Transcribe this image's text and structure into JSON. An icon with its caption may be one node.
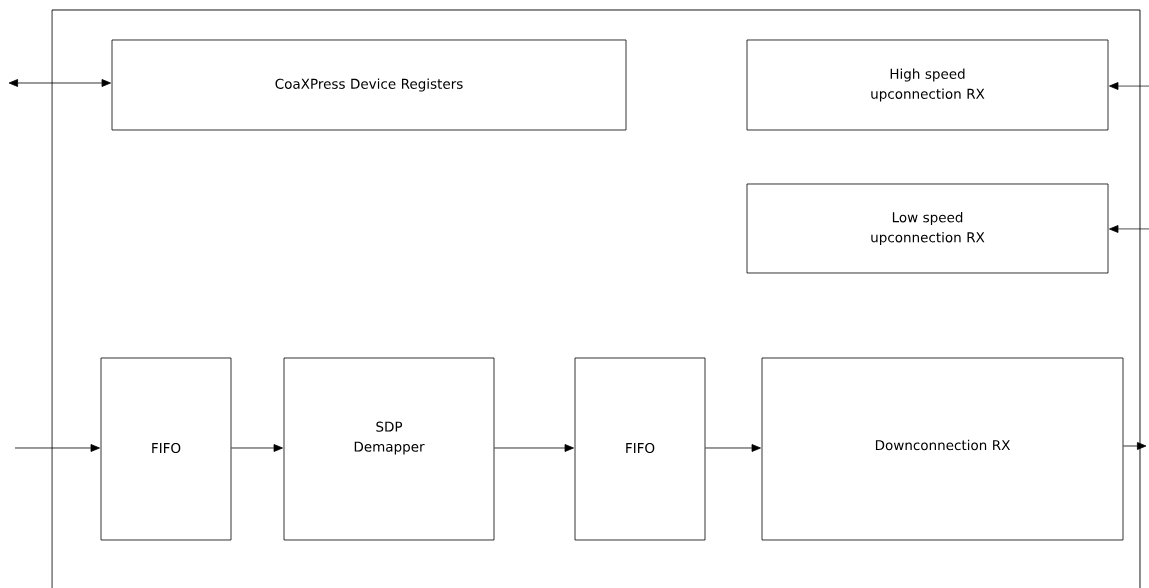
{
  "diagram": {
    "nodes": [
      {
        "text": [],
        "shape": "box"
      },
      {
        "text": [
          "CoaXPress Device Registers"
        ],
        "in": 0
      },
      {
        "text": [
          "High speed upconnection RX"
        ],
        "in": 0
      },
      {
        "text": [
          "Low speed upconnection RX"
        ],
        "in": 0
      },
      {
        "text": [
          "FIFO"
        ],
        "in": 0
      },
      {
        "text": [
          "SDP Demapper"
        ],
        "in": 0
      },
      {
        "text": [
          "FIFO"
        ],
        "in": 0
      },
      {
        "text": [
          "Downconnection RX"
        ],
        "in": 0
      }
    ],
    "edges": [
      {
        "from": null,
        "to": 1,
        "arrow": "both"
      },
      {
        "from": null,
        "to": 2,
        "arrow": "to"
      },
      {
        "from": null,
        "to": 3,
        "arrow": "to"
      },
      {
        "from": null,
        "to": 4,
        "arrow": "to"
      },
      {
        "from": 4,
        "to": 5,
        "arrow": "to"
      },
      {
        "from": 5,
        "to": 6,
        "arrow": "to"
      },
      {
        "from": 6,
        "to": 7,
        "arrow": "to"
      },
      {
        "from": 7,
        "to": null,
        "arrow": "to"
      }
    ]
  }
}
